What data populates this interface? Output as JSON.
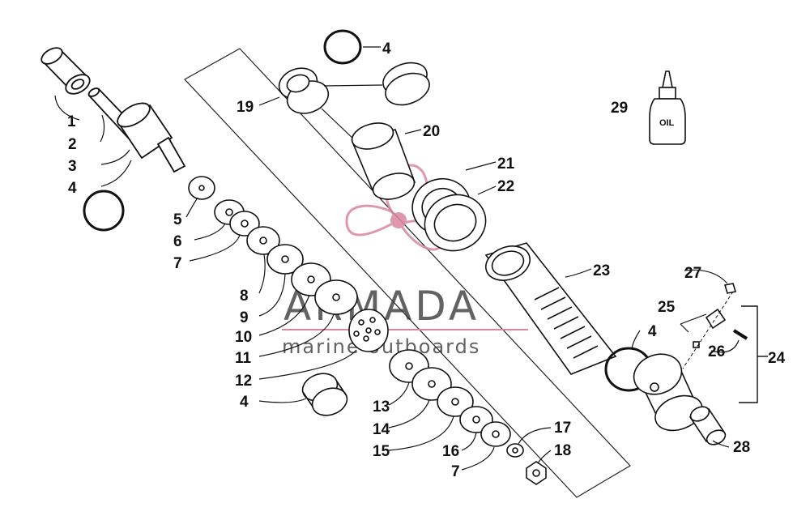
{
  "watermark": {
    "brand": "ARMADA",
    "tagline": "marine outboards",
    "logo_color": "#d9869f"
  },
  "oil_bottle": {
    "label": "OIL"
  },
  "callouts": [
    {
      "id": "c1",
      "text": "1"
    },
    {
      "id": "c2",
      "text": "2"
    },
    {
      "id": "c3",
      "text": "3"
    },
    {
      "id": "c4a",
      "text": "4"
    },
    {
      "id": "c5",
      "text": "5"
    },
    {
      "id": "c6",
      "text": "6"
    },
    {
      "id": "c7a",
      "text": "7"
    },
    {
      "id": "c8",
      "text": "8"
    },
    {
      "id": "c9",
      "text": "9"
    },
    {
      "id": "c10",
      "text": "10"
    },
    {
      "id": "c11",
      "text": "11"
    },
    {
      "id": "c12",
      "text": "12"
    },
    {
      "id": "c4b",
      "text": "4"
    },
    {
      "id": "c4c",
      "text": "4"
    },
    {
      "id": "c19",
      "text": "19"
    },
    {
      "id": "c20",
      "text": "20"
    },
    {
      "id": "c21",
      "text": "21"
    },
    {
      "id": "c22",
      "text": "22"
    },
    {
      "id": "c23",
      "text": "23"
    },
    {
      "id": "c4d",
      "text": "4"
    },
    {
      "id": "c13",
      "text": "13"
    },
    {
      "id": "c14",
      "text": "14"
    },
    {
      "id": "c15",
      "text": "15"
    },
    {
      "id": "c16",
      "text": "16"
    },
    {
      "id": "c7b",
      "text": "7"
    },
    {
      "id": "c17",
      "text": "17"
    },
    {
      "id": "c18",
      "text": "18"
    },
    {
      "id": "c29",
      "text": "29"
    },
    {
      "id": "c27",
      "text": "27"
    },
    {
      "id": "c25",
      "text": "25"
    },
    {
      "id": "c26",
      "text": "26"
    },
    {
      "id": "c24",
      "text": "24"
    },
    {
      "id": "c28",
      "text": "28"
    }
  ]
}
